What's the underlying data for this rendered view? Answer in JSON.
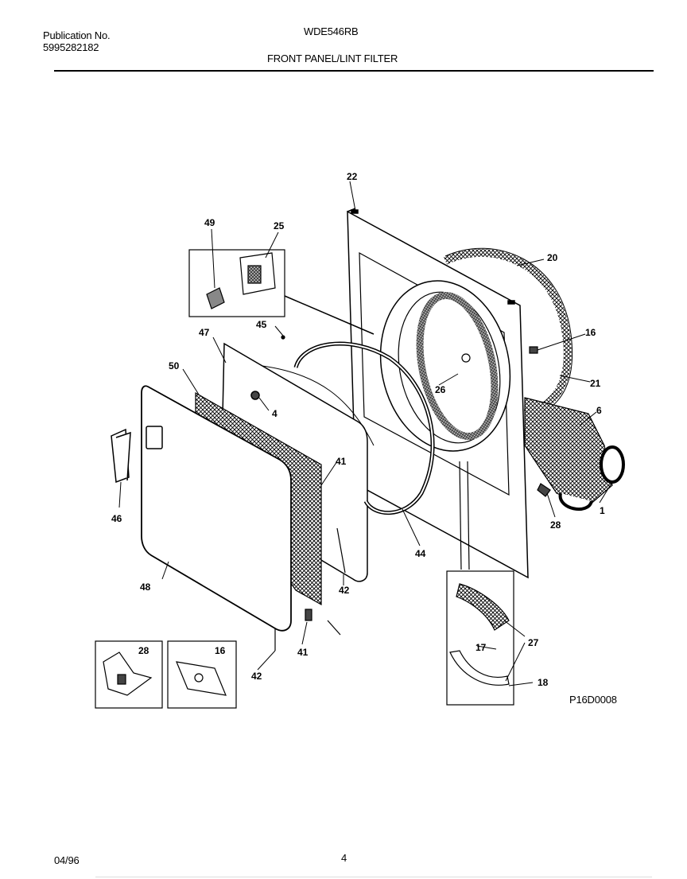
{
  "header": {
    "publication_label": "Publication No.",
    "publication_number": "5995282182",
    "model": "WDE546RB",
    "section_title": "FRONT PANEL/LINT FILTER"
  },
  "callouts": {
    "c1": "1",
    "c4": "4",
    "c6": "6",
    "c16a": "16",
    "c16b": "16",
    "c17": "17",
    "c18": "18",
    "c20": "20",
    "c21": "21",
    "c22": "22",
    "c25": "25",
    "c26": "26",
    "c27": "27",
    "c28a": "28",
    "c28b": "28",
    "c41a": "41",
    "c41b": "41",
    "c42a": "42",
    "c42b": "42",
    "c44": "44",
    "c45": "45",
    "c46": "46",
    "c47": "47",
    "c48": "48",
    "c49": "49",
    "c50": "50"
  },
  "diagram_code": "P16D0008",
  "footer": {
    "date": "04/96",
    "page": "4"
  }
}
